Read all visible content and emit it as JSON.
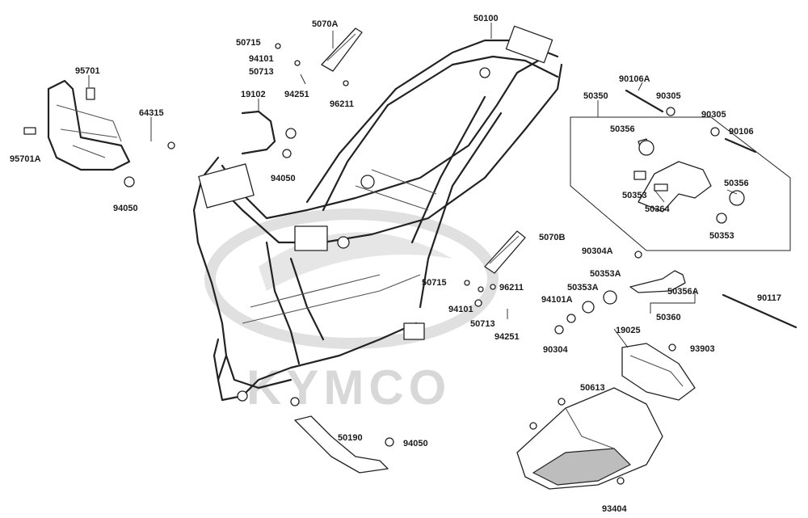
{
  "watermark": {
    "brand": "KYMCO",
    "color": "#d8d8d8"
  },
  "part_labels": [
    "50715",
    "5070A",
    "50100",
    "94101",
    "50713",
    "94251",
    "96211",
    "95701",
    "19102",
    "64315",
    "95701A",
    "94050",
    "94050",
    "90106A",
    "90305",
    "50350",
    "90305",
    "90106",
    "50356",
    "50353",
    "50364",
    "50356",
    "50353",
    "5070B",
    "90304A",
    "50715",
    "96211",
    "50353A",
    "50353A",
    "94101A",
    "50356A",
    "94101",
    "50713",
    "94251",
    "50360",
    "90117",
    "90304",
    "19025",
    "93903",
    "50613",
    "50190",
    "94050",
    "93404"
  ],
  "colors": {
    "line": "#222222",
    "label": "#1a1a1a",
    "fill_gray": "#bdbdbd"
  }
}
